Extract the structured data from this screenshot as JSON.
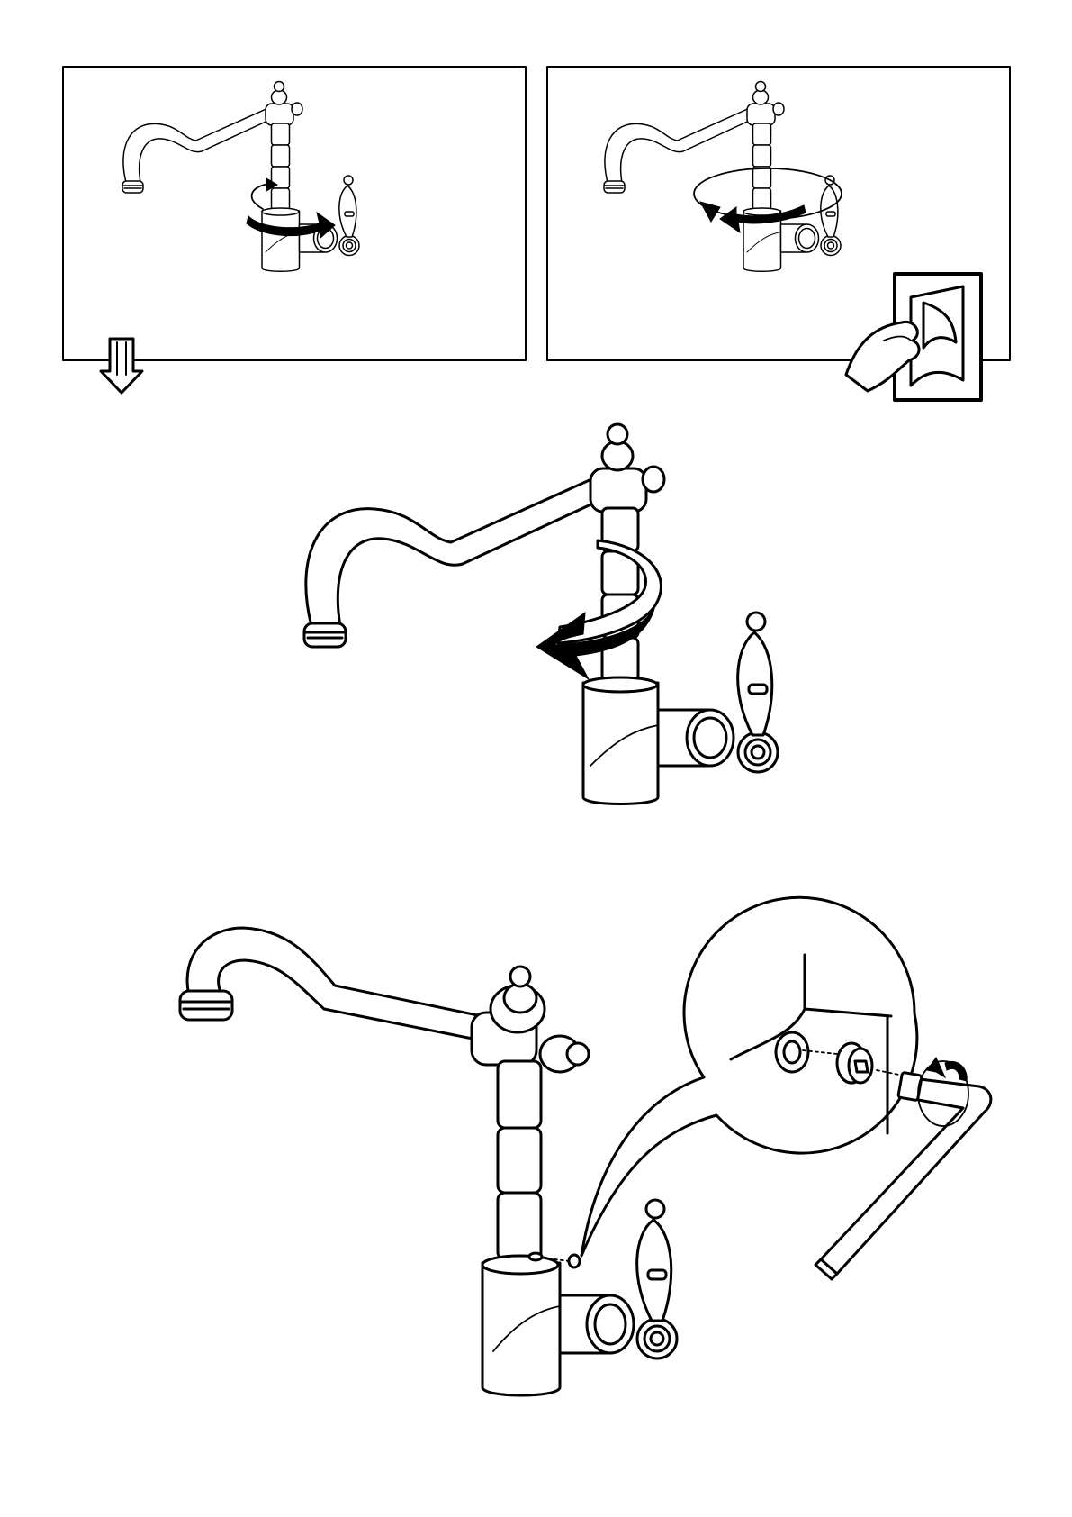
{
  "page": {
    "background": "#ffffff",
    "stroke_color": "#000000"
  },
  "panels": [
    {
      "id": "step-turn-spout-right",
      "icons": [
        "faucet-icon",
        "rotate-clockwise-arrow-icon"
      ]
    },
    {
      "id": "step-turn-spout-left",
      "icons": [
        "faucet-icon",
        "rotate-counterclockwise-arrow-icon",
        "page-turn-hand-icon"
      ]
    }
  ],
  "flow": {
    "icon": "next-step-down-arrow-icon"
  },
  "main_steps": [
    {
      "id": "rotate-spout-counterclockwise",
      "icons": [
        "faucet-icon",
        "large-rotate-arrow-icon"
      ]
    },
    {
      "id": "tighten-set-screw",
      "icons": [
        "faucet-icon",
        "set-screw-icon",
        "detail-magnifier-icon",
        "allen-key-icon",
        "rotate-arrow-icon"
      ]
    }
  ]
}
